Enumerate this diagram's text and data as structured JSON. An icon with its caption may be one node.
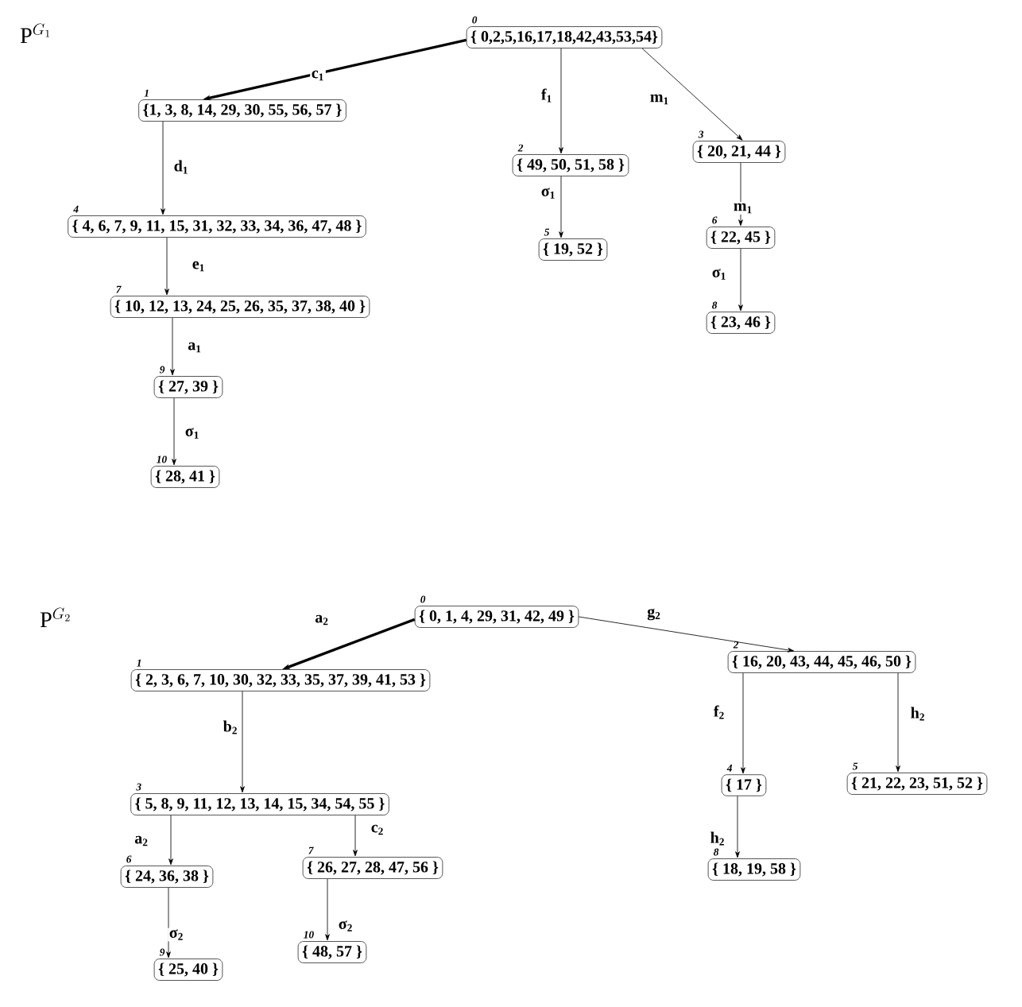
{
  "diagram": {
    "nodes": [
      {
        "text": [
          "{ 0,2,5,16,17,18,42,43,53,54}"
        ],
        "beside": [
          "0"
        ]
      },
      {
        "text": [
          "{1, 3, 8, 14, 29, 30, 55, 56, 57 }"
        ],
        "beside": [
          "1"
        ]
      },
      {
        "text": [
          "{ 49, 50, 51, 58 }"
        ],
        "beside": [
          "2"
        ]
      },
      {
        "text": [
          "{ 20, 21, 44 }"
        ],
        "beside": [
          "3"
        ]
      },
      {
        "text": [
          "{ 4, 6, 7, 9, 11, 15, 31, 32, 33, 34, 36, 47, 48 }"
        ],
        "beside": [
          "4"
        ]
      },
      {
        "text": [
          "{ 19, 52 }"
        ],
        "beside": [
          "5"
        ]
      },
      {
        "text": [
          "{ 22, 45 }"
        ],
        "beside": [
          "6"
        ]
      },
      {
        "text": [
          "{ 10, 12, 13, 24, 25, 26, 35, 37, 38, 40 }"
        ],
        "beside": [
          "7"
        ]
      },
      {
        "text": [
          "{ 23, 46 }"
        ],
        "beside": [
          "8"
        ]
      },
      {
        "text": [
          "{ 27, 39 }"
        ],
        "beside": [
          "9"
        ]
      },
      {
        "text": [
          "{ 28, 41 }"
        ],
        "beside": [
          "10"
        ]
      },
      {
        "text": [
          "{ 0, 1, 4, 29, 31, 42, 49 }"
        ],
        "beside": [
          "0"
        ]
      },
      {
        "text": [
          "{ 2, 3, 6, 7, 10, 30, 32, 33, 35, 37, 39, 41, 53 }"
        ],
        "beside": [
          "1"
        ]
      },
      {
        "text": [
          "{ 16, 20, 43, 44, 45, 46, 50 }"
        ],
        "beside": [
          "2"
        ]
      },
      {
        "text": [
          "{ 5, 8, 9, 11, 12, 13, 14, 15, 34, 54, 55 }"
        ],
        "beside": [
          "3"
        ]
      },
      {
        "text": [
          "{ 17 }"
        ],
        "beside": [
          "4"
        ]
      },
      {
        "text": [
          "{ 21, 22, 23, 51, 52 }"
        ],
        "beside": [
          "5"
        ]
      },
      {
        "text": [
          "{ 24, 36, 38 }"
        ],
        "beside": [
          "6"
        ]
      },
      {
        "text": [
          "{ 26, 27, 28, 47, 56 }"
        ],
        "beside": [
          "7"
        ]
      },
      {
        "text": [
          "{ 18, 19, 58 }"
        ],
        "beside": [
          "8"
        ]
      },
      {
        "text": [
          "{ 25, 40 }"
        ],
        "beside": [
          "9"
        ]
      },
      {
        "text": [
          "{ 48, 57 }"
        ],
        "beside": [
          "10"
        ]
      }
    ],
    "edges": [
      {
        "from": 0,
        "to": 1,
        "arrow": "to",
        "label": "c$_{1}$",
        "style": "thick"
      },
      {
        "from": 0,
        "to": 2,
        "arrow": "to",
        "label": "f$_{1}$"
      },
      {
        "from": 0,
        "to": 3,
        "arrow": "to",
        "label": "m$_{1}$"
      },
      {
        "from": 1,
        "to": 4,
        "arrow": "to",
        "label": "d$_{1}$"
      },
      {
        "from": 2,
        "to": 5,
        "arrow": "to",
        "label": "σ$_{1}$"
      },
      {
        "from": 3,
        "to": 6,
        "arrow": "to",
        "label": "m$_{1}$"
      },
      {
        "from": 4,
        "to": 7,
        "arrow": "to",
        "label": "e$_{1}$"
      },
      {
        "from": 6,
        "to": 8,
        "arrow": "to",
        "label": "σ$_{1}$"
      },
      {
        "from": 7,
        "to": 9,
        "arrow": "to",
        "label": "a$_{1}$"
      },
      {
        "from": 9,
        "to": 10,
        "arrow": "to",
        "label": "σ$_{1}$"
      },
      {
        "from": 11,
        "to": 12,
        "arrow": "to",
        "label": "a$_{2}$",
        "style": "thick"
      },
      {
        "from": 11,
        "to": 13,
        "arrow": "to",
        "label": "g$_{2}$"
      },
      {
        "from": 12,
        "to": 14,
        "arrow": "to",
        "label": "b$_{2}$"
      },
      {
        "from": 13,
        "to": 15,
        "arrow": "to",
        "label": "f$_{2}$"
      },
      {
        "from": 13,
        "to": 16,
        "arrow": "to",
        "label": "h$_{2}$"
      },
      {
        "from": 14,
        "to": 17,
        "arrow": "to",
        "label": "a$_{2}$"
      },
      {
        "from": 14,
        "to": 18,
        "arrow": "to",
        "label": "c$_{2}$"
      },
      {
        "from": 15,
        "to": 19,
        "arrow": "to",
        "label": "h$_{2}$"
      },
      {
        "from": 17,
        "to": 20,
        "arrow": "to",
        "label": "σ$_{2}$"
      },
      {
        "from": 18,
        "to": 21,
        "arrow": "to",
        "label": "σ$_{2}$"
      }
    ],
    "labels": [
      "\\mathrm{P}^{G_1}",
      "\\mathrm{P}^{G_2}"
    ]
  }
}
